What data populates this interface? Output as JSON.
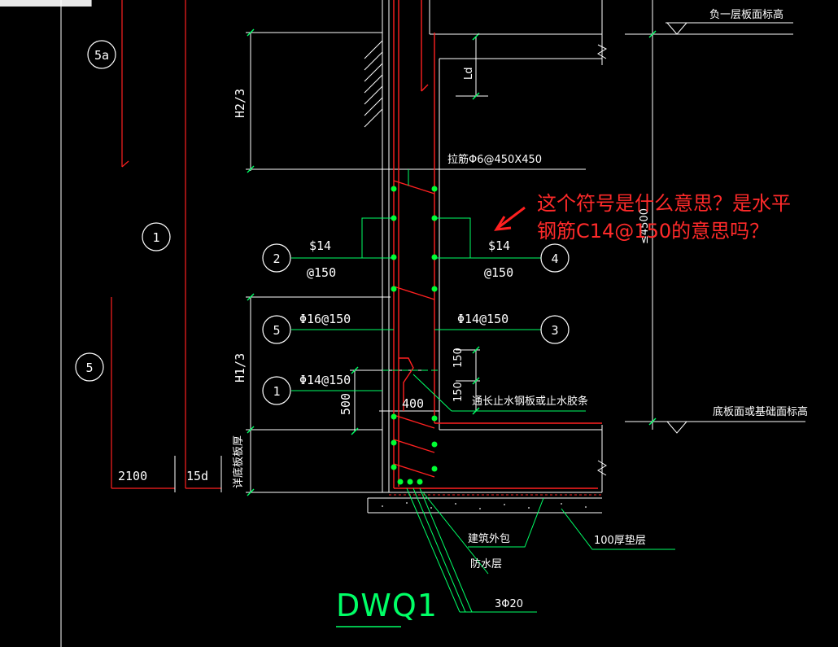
{
  "drawing": {
    "title": "DWQ1",
    "question_line1": "这个符号是什么意思？是水平",
    "question_line2": "钢筋C14@150的意思吗？",
    "callouts": {
      "c5a": "5a",
      "c1_left": "1",
      "c5_left": "5",
      "c2": "2",
      "c5_mid": "5",
      "c1_mid": "1",
      "c4": "4",
      "c3": "3"
    },
    "labels": {
      "tie_bar": "拉筋Φ6@450X450",
      "bar_2_size": "$14",
      "bar_2_spacing": "@150",
      "bar_4_size": "$14",
      "bar_4_spacing": "@150",
      "bar_5": "Φ16@150",
      "bar_3": "Φ14@150",
      "bar_1": "Φ14@150",
      "water_stop": "通长止水钢板或止水胶条",
      "dim_400": "400",
      "dim_500": "500",
      "dim_150a": "150",
      "dim_150b": "150",
      "dim_h2": "H2/3",
      "dim_h1": "H1/3",
      "dim_ld": "Ld",
      "dim_4500": "≤4500",
      "dim_2100": "2100",
      "dim_15d": "15d",
      "slab_thick": "详底板板厚",
      "level_top": "负一层板面标高",
      "level_bottom": "底板面或基础面标高",
      "waterproof_1": "建筑外包",
      "waterproof_2": "防水层",
      "bedding": "100厚垫层",
      "bottom_bars": "3Φ20"
    }
  }
}
